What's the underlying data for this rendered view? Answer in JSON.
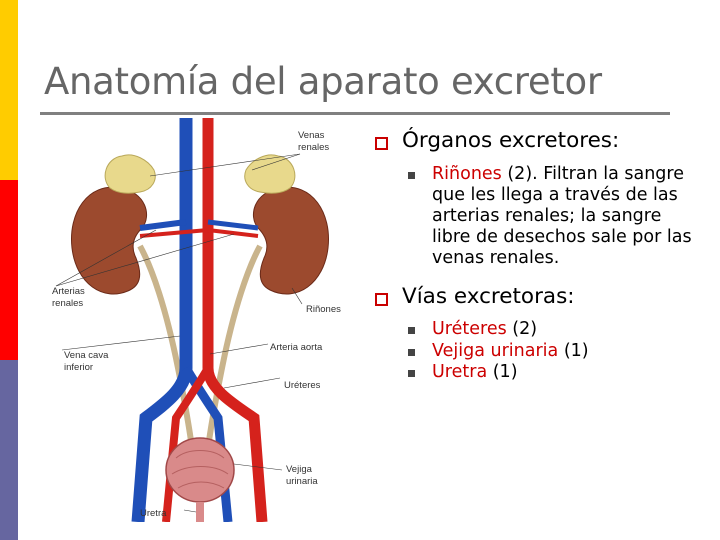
{
  "slide": {
    "title": "Anatomía del aparato excretor",
    "colors": {
      "bar_top": "#ffcc00",
      "bar_mid": "#ff0000",
      "bar_bottom": "#6666a0",
      "bullet": "#c90000",
      "highlight": "#cc0000"
    }
  },
  "figure_labels": {
    "venas_renales_1": "Venas",
    "venas_renales_2": "renales",
    "arterias_renales_1": "Arterias",
    "arterias_renales_2": "renales",
    "rinones": "Riñones",
    "vena_cava_1": "Vena cava",
    "vena_cava_2": "inferior",
    "arteria_aorta": "Arteria aorta",
    "ureteres": "Uréteres",
    "vejiga_1": "Vejiga",
    "vejiga_2": "urinaria",
    "uretra": "Uretra"
  },
  "bullets": [
    {
      "text": "Órganos excretores:",
      "sub": [
        {
          "term": "Riñones",
          "rest": " (2). Filtran la sangre que les llega a través de las arterias renales; la sangre libre de desechos sale por las venas renales."
        }
      ]
    },
    {
      "text": "Vías excretoras:",
      "sub": [
        {
          "term": "Uréteres",
          "rest": " (2)"
        },
        {
          "term": "Vejiga urinaria",
          "rest": " (1)"
        },
        {
          "term": "Uretra",
          "rest": " (1)"
        }
      ]
    }
  ]
}
